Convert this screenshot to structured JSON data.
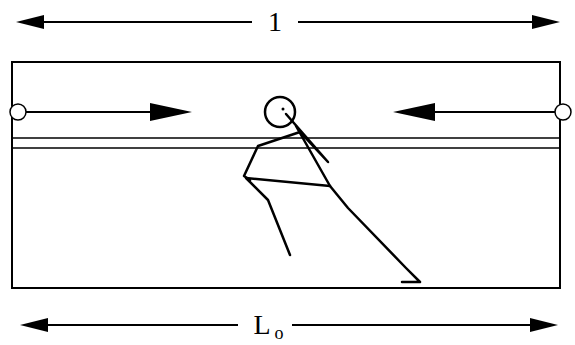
{
  "diagram": {
    "labels": [
      "1",
      "L",
      "o"
    ]
  }
}
